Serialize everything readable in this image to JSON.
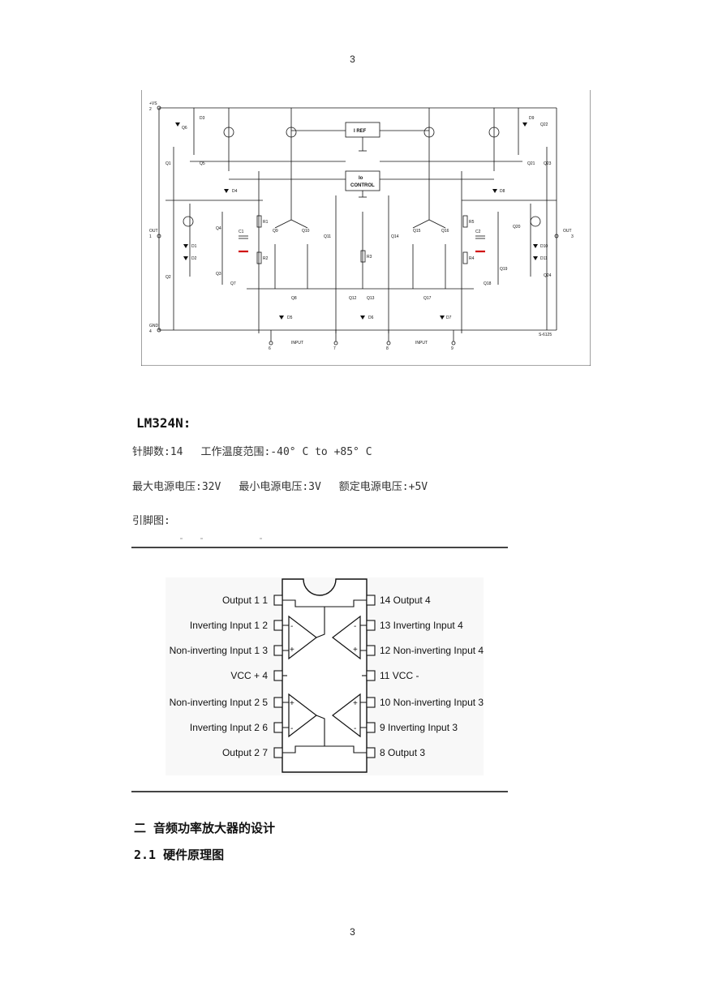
{
  "page_number": "3",
  "schematic": {
    "labels": {
      "vplus": "+VS",
      "vplus_pin": "2",
      "gnd": "GND",
      "gnd_pin": "4",
      "out1": "OUT",
      "out1_pin": "1",
      "out2": "OUT",
      "out2_pin": "3",
      "iref": "I REF",
      "io_control_1": "Io",
      "io_control_2": "CONTROL",
      "input_left": "INPUT",
      "input_right": "INPUT",
      "in_l_minus": "6",
      "in_l_plus": "7",
      "in_r_plus": "8",
      "in_r_minus": "9",
      "code": "S-6125"
    },
    "transistors": [
      "Q6",
      "Q1",
      "Q5",
      "Q4",
      "Q3",
      "Q2",
      "Q7",
      "Q8",
      "Q9",
      "Q10",
      "Q11",
      "Q12",
      "Q13",
      "Q14",
      "Q15",
      "Q16",
      "Q17",
      "Q18",
      "Q19",
      "Q20",
      "Q21",
      "Q22",
      "Q23",
      "Q24"
    ],
    "diodes": [
      "D3",
      "D4",
      "D1",
      "D2",
      "D5",
      "D6",
      "D7",
      "D8",
      "D9",
      "D10",
      "D11"
    ],
    "resistors": [
      "R1",
      "R2",
      "R3",
      "R4",
      "R5"
    ],
    "capacitors": [
      "C1",
      "C2"
    ]
  },
  "part": {
    "title": "LM324N:",
    "specs_line1": [
      "针脚数:14",
      "工作温度范围:-40° C to +85° C"
    ],
    "specs_line2": [
      "最大电源电压:32V",
      "最小电源电压:3V",
      "额定电源电压:+5V"
    ],
    "pinout_heading": "引脚图:"
  },
  "pinout": {
    "left": [
      {
        "name": "Output 1",
        "num": "1"
      },
      {
        "name": "Inverting Input 1",
        "num": "2"
      },
      {
        "name": "Non-inverting Input 1",
        "num": "3"
      },
      {
        "name": "VCC +",
        "num": "4"
      },
      {
        "name": "Non-inverting Input 2",
        "num": "5"
      },
      {
        "name": "Inverting Input 2",
        "num": "6"
      },
      {
        "name": "Output 2",
        "num": "7"
      }
    ],
    "right": [
      {
        "name": "Output 4",
        "num": "14"
      },
      {
        "name": "Inverting Input 4",
        "num": "13"
      },
      {
        "name": "Non-inverting Input 4",
        "num": "12"
      },
      {
        "name": "VCC -",
        "num": "11"
      },
      {
        "name": "Non-inverting Input 3",
        "num": "10"
      },
      {
        "name": "Inverting Input 3",
        "num": "9"
      },
      {
        "name": "Output 3",
        "num": "8"
      }
    ],
    "opamp_signs": {
      "minus": "-",
      "plus": "+"
    }
  },
  "sections": {
    "sec2": "二 音频功率放大器的设计",
    "sec21": "2.1 硬件原理图"
  }
}
